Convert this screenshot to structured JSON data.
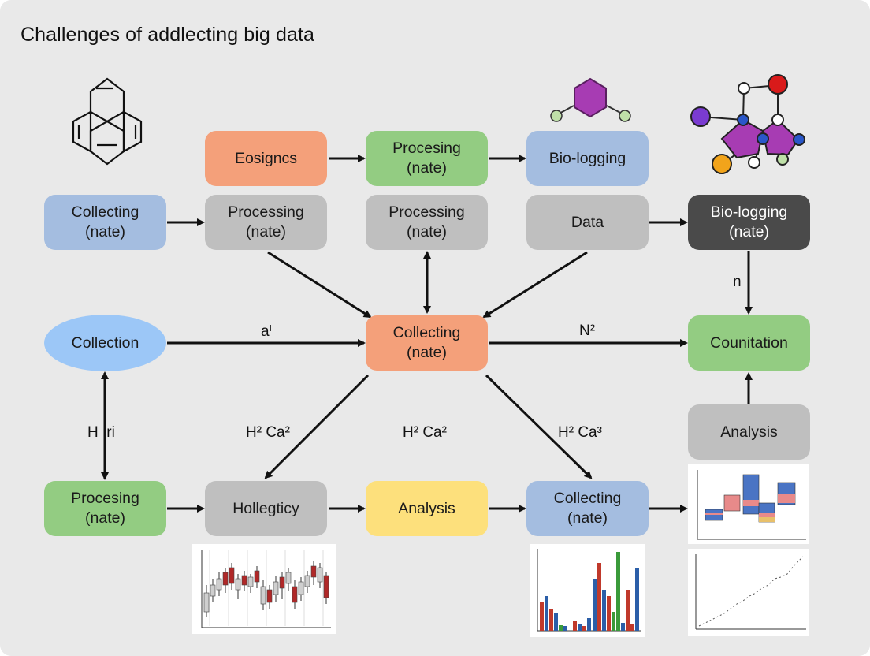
{
  "title": "Challenges of addlecting big data",
  "colors": {
    "orange": "#f4a07a",
    "green": "#93cc82",
    "blue": "#a4bde0",
    "gray": "#bfbfbf",
    "dark": "#4a4a4a",
    "yellow": "#fde07c",
    "ellipse": "#9cc7f7",
    "arrow": "#111111"
  },
  "nodes": {
    "eosigncs": "Eosigncs",
    "procesing_top": "Procesing\n(nate)",
    "biologging_top": "Bio-logging",
    "collecting_left": "Collecting\n(nate)",
    "processing_a": "Processing\n(nate)",
    "processing_b": "Processing\n(nate)",
    "data": "Data",
    "biologging_right": "Bio-logging\n(nate)",
    "collection": "Collection",
    "collecting_center": "Collecting\n(nate)",
    "counitation": "Counitation",
    "analysis_right": "Analysis",
    "procesing_bottom": "Procesing\n(nate)",
    "hollegticy": "Hollegticy",
    "analysis_bottom": "Analysis",
    "collecting_bottom": "Collecting\n(nate)"
  },
  "edge_labels": {
    "a1": "aⁱ",
    "n2": "N²",
    "n": "n",
    "h_ri": "H  ri",
    "h2ca2_left": "H² Ca²",
    "h2ca2_mid": "H² Ca²",
    "h2ca3": "H² Ca³"
  },
  "icons": [
    "benzene-ring-icon",
    "hexagon-molecule-icon",
    "colored-molecule-icon"
  ]
}
